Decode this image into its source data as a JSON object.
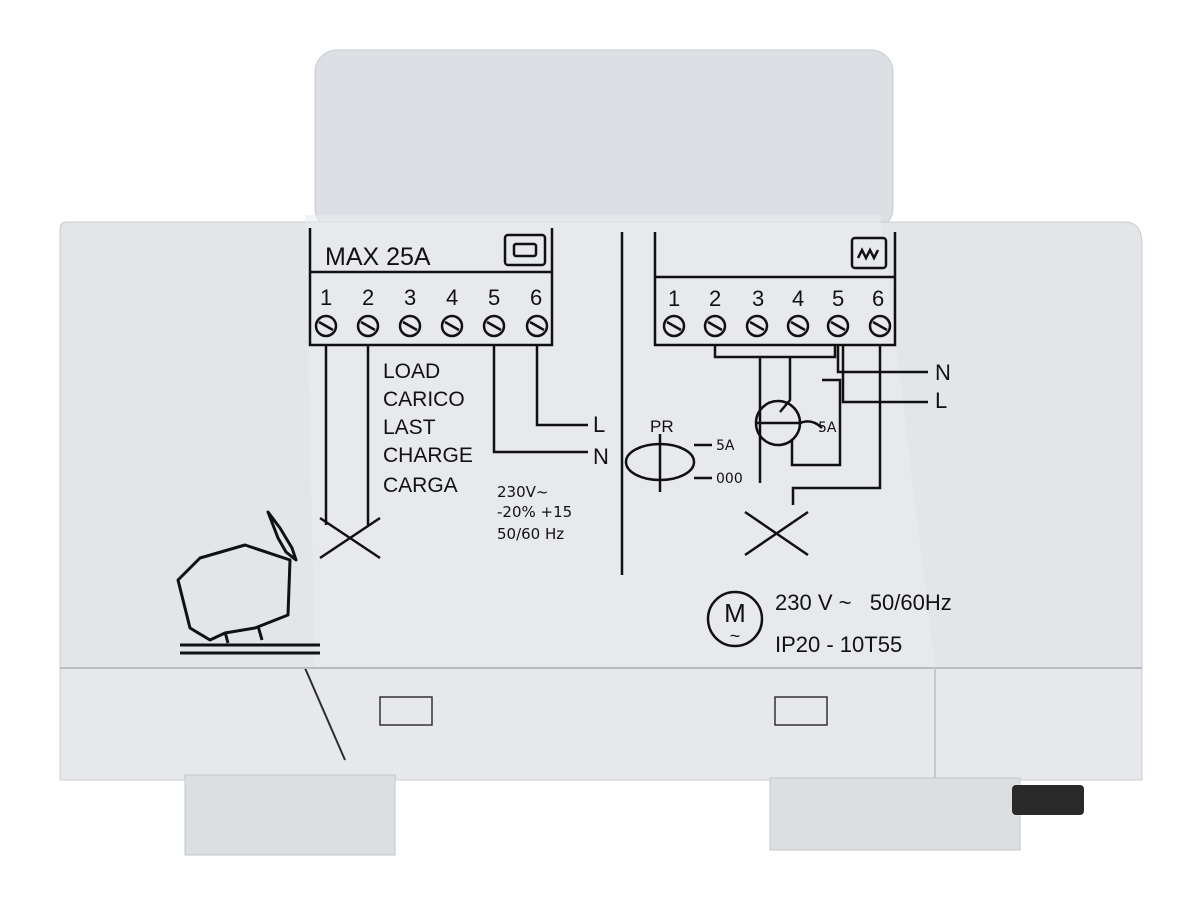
{
  "left_panel": {
    "rating": "MAX 25A",
    "terminals": [
      "1",
      "2",
      "3",
      "4",
      "5",
      "6"
    ],
    "load_lines": [
      "LOAD",
      "CARICO",
      "LAST",
      "CHARGE",
      "CARGA"
    ],
    "l_label": "L",
    "n_label": "N",
    "supply_lines": [
      "230V~",
      "-20% +15",
      "50/60 Hz"
    ]
  },
  "right_panel": {
    "terminals": [
      "1",
      "2",
      "3",
      "4",
      "5",
      "6"
    ],
    "n_label": "N",
    "l_label": "L",
    "pr_label": "PR",
    "pr_contact_1": "5A",
    "pr_contact_2": "000",
    "motor_rating": "5A"
  },
  "rating_label": {
    "motor_symbol": "M",
    "motor_tilde": "~",
    "voltage": "230 V ~   50/60Hz",
    "protection": "IP20 - 10T55"
  },
  "colors": {
    "housing": "#e4e6ea",
    "housing_top": "#d9dce0",
    "housing_bottom": "#e7e9ec",
    "line": "#111111",
    "connector": "#2a2a2a"
  }
}
